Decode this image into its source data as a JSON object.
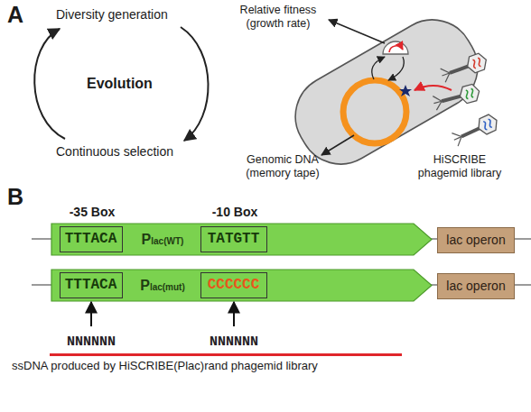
{
  "diagram": {
    "nodes": [
      {
        "text": [
          "Plac(WT)"
        ]
      },
      {
        "text": [
          "-35 Box",
          "TTTACA"
        ],
        "in": 0
      },
      {
        "text": [
          "-10 Box",
          "TATGTT"
        ],
        "in": 0
      },
      {
        "text": [
          "lac operon"
        ]
      },
      {
        "text": [
          "Plac(mut)"
        ]
      },
      {
        "text": [
          "TTTACA"
        ],
        "in": 4
      },
      {
        "text": [
          "CCCCCC"
        ],
        "in": 4
      },
      {
        "text": [
          "lac operon"
        ]
      },
      {
        "text": [
          "NNNNNN",
          "NNNNNN",
          "ssDNA produced by HiSCRIBE(Plac)rand phagemid library"
        ]
      }
    ],
    "edges": [
      {
        "from": 8,
        "to": 5,
        "arrow": "to"
      },
      {
        "from": 8,
        "to": 6,
        "arrow": "to"
      }
    ],
    "labels": [
      "A",
      "Diversity generation",
      "Evolution",
      "Continuous selection",
      "Relative fitness (growth rate)",
      "Genomic DNA (memory tape)",
      "HiSCRIBE phagemid library",
      "B"
    ]
  }
}
